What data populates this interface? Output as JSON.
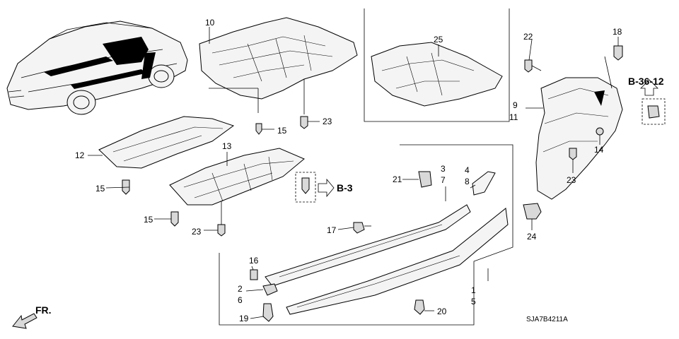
{
  "callouts": {
    "c1": "1",
    "c2": "2",
    "c3": "3",
    "c4": "4",
    "c5": "5",
    "c6": "6",
    "c7": "7",
    "c8": "8",
    "c9": "9",
    "c10": "10",
    "c11": "11",
    "c12": "12",
    "c13": "13",
    "c14": "14",
    "c15a": "15",
    "c15b": "15",
    "c15c": "15",
    "c16": "16",
    "c17": "17",
    "c18": "18",
    "c19": "19",
    "c20": "20",
    "c21": "21",
    "c22": "22",
    "c23a": "23",
    "c23b": "23",
    "c23c": "23",
    "c24": "24",
    "c25": "25"
  },
  "refs": {
    "b3": "B-3",
    "b3612": "B-36-12"
  },
  "direction": "FR.",
  "diagram_code": "SJA7B4211A"
}
